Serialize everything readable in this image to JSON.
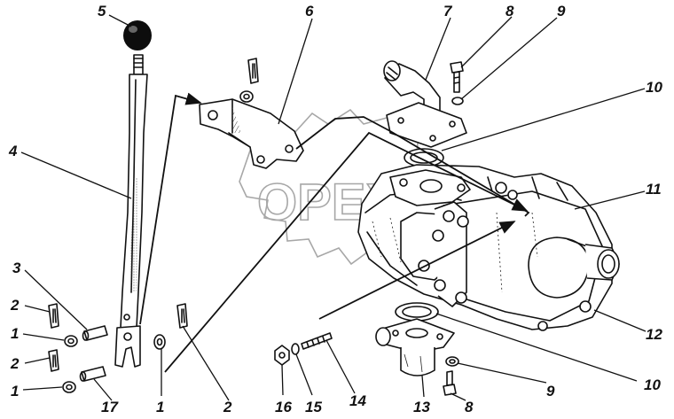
{
  "watermark": {
    "text": "OPEX",
    "color": "#8a8a8a"
  },
  "callouts": [
    {
      "id": "c5",
      "text": "5"
    },
    {
      "id": "c6",
      "text": "6"
    },
    {
      "id": "c7",
      "text": "7"
    },
    {
      "id": "c8a",
      "text": "8"
    },
    {
      "id": "c9a",
      "text": "9"
    },
    {
      "id": "c10a",
      "text": "10"
    },
    {
      "id": "c11",
      "text": "11"
    },
    {
      "id": "c4",
      "text": "4"
    },
    {
      "id": "c3",
      "text": "3"
    },
    {
      "id": "c2a",
      "text": "2"
    },
    {
      "id": "c1a",
      "text": "1"
    },
    {
      "id": "c2b",
      "text": "2"
    },
    {
      "id": "c1b",
      "text": "1"
    },
    {
      "id": "c17",
      "text": "17"
    },
    {
      "id": "c1c",
      "text": "1"
    },
    {
      "id": "c2c",
      "text": "2"
    },
    {
      "id": "c16",
      "text": "16"
    },
    {
      "id": "c15",
      "text": "15"
    },
    {
      "id": "c14",
      "text": "14"
    },
    {
      "id": "c13",
      "text": "13"
    },
    {
      "id": "c8b",
      "text": "8"
    },
    {
      "id": "c9b",
      "text": "9"
    },
    {
      "id": "c10b",
      "text": "10"
    },
    {
      "id": "c12",
      "text": "12"
    }
  ],
  "colors": {
    "ink": "#111111",
    "paper": "#ffffff",
    "knob": "#0d0d0d"
  }
}
